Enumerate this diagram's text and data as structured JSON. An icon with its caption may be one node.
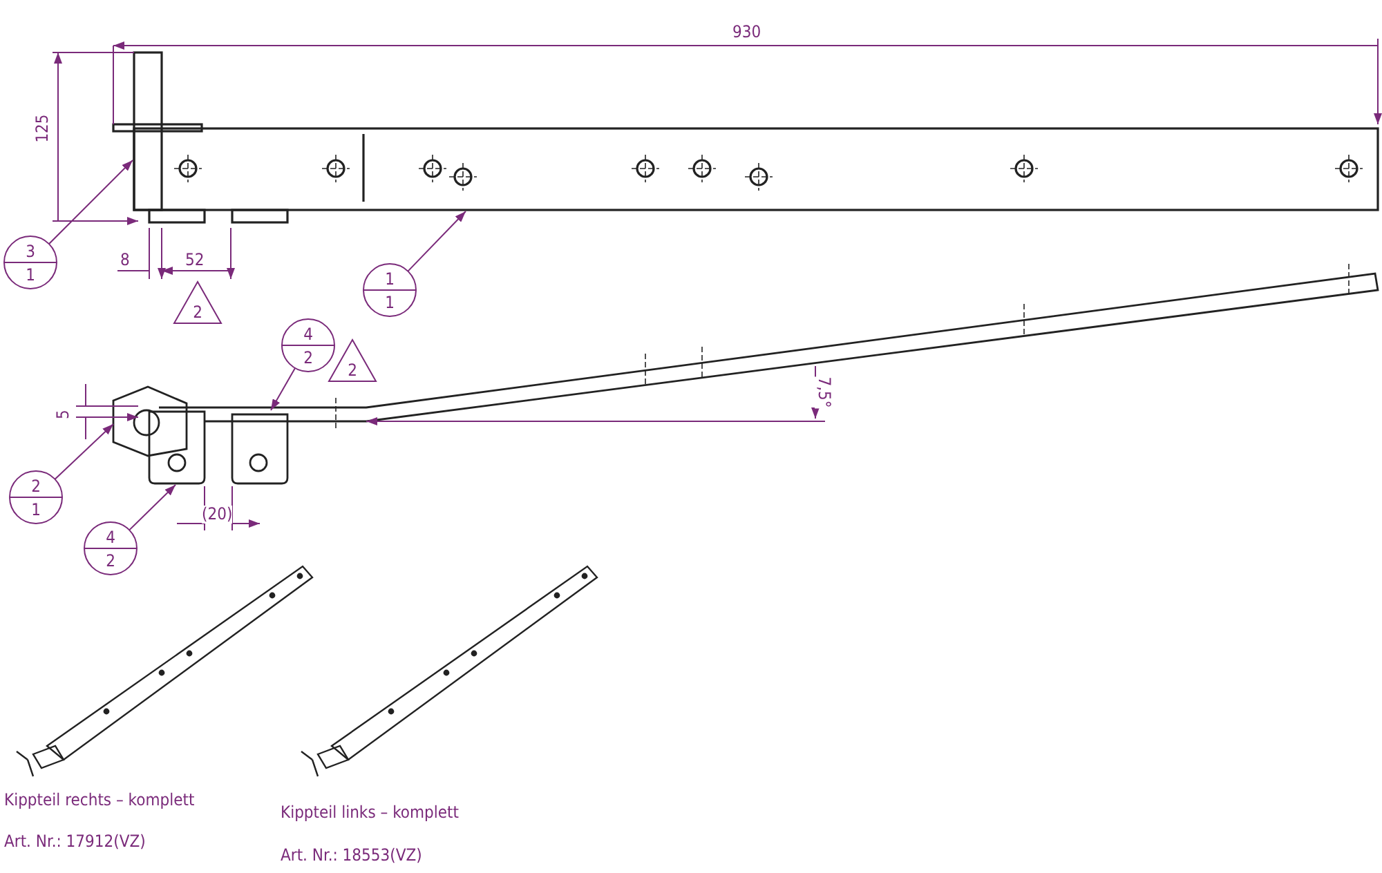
{
  "diagram": {
    "nodes": [
      {
        "text": [
          "3",
          "1"
        ]
      },
      {
        "text": [
          "1",
          "1"
        ]
      },
      {
        "text": [
          "2"
        ]
      },
      {
        "text": [
          "4",
          "2"
        ]
      },
      {
        "text": [
          "2"
        ]
      },
      {
        "text": [
          "2",
          "1"
        ]
      },
      {
        "text": [
          "4",
          "2"
        ]
      }
    ],
    "edges": [
      {
        "from": 0,
        "to": null,
        "arrow": "to"
      },
      {
        "from": 1,
        "to": null,
        "arrow": "to"
      },
      {
        "from": 3,
        "to": null,
        "arrow": "to"
      },
      {
        "from": 5,
        "to": null,
        "arrow": "to"
      },
      {
        "from": 6,
        "to": null,
        "arrow": "to"
      }
    ],
    "labels": [
      "930",
      "125",
      "8",
      "52",
      "5",
      "7,5°",
      "(20)",
      "Kippteil rechts – komplett",
      "Kippteil links – komplett",
      "Art. Nr.: 17912(VZ)",
      "Art. Nr.: 18553(VZ)"
    ]
  }
}
